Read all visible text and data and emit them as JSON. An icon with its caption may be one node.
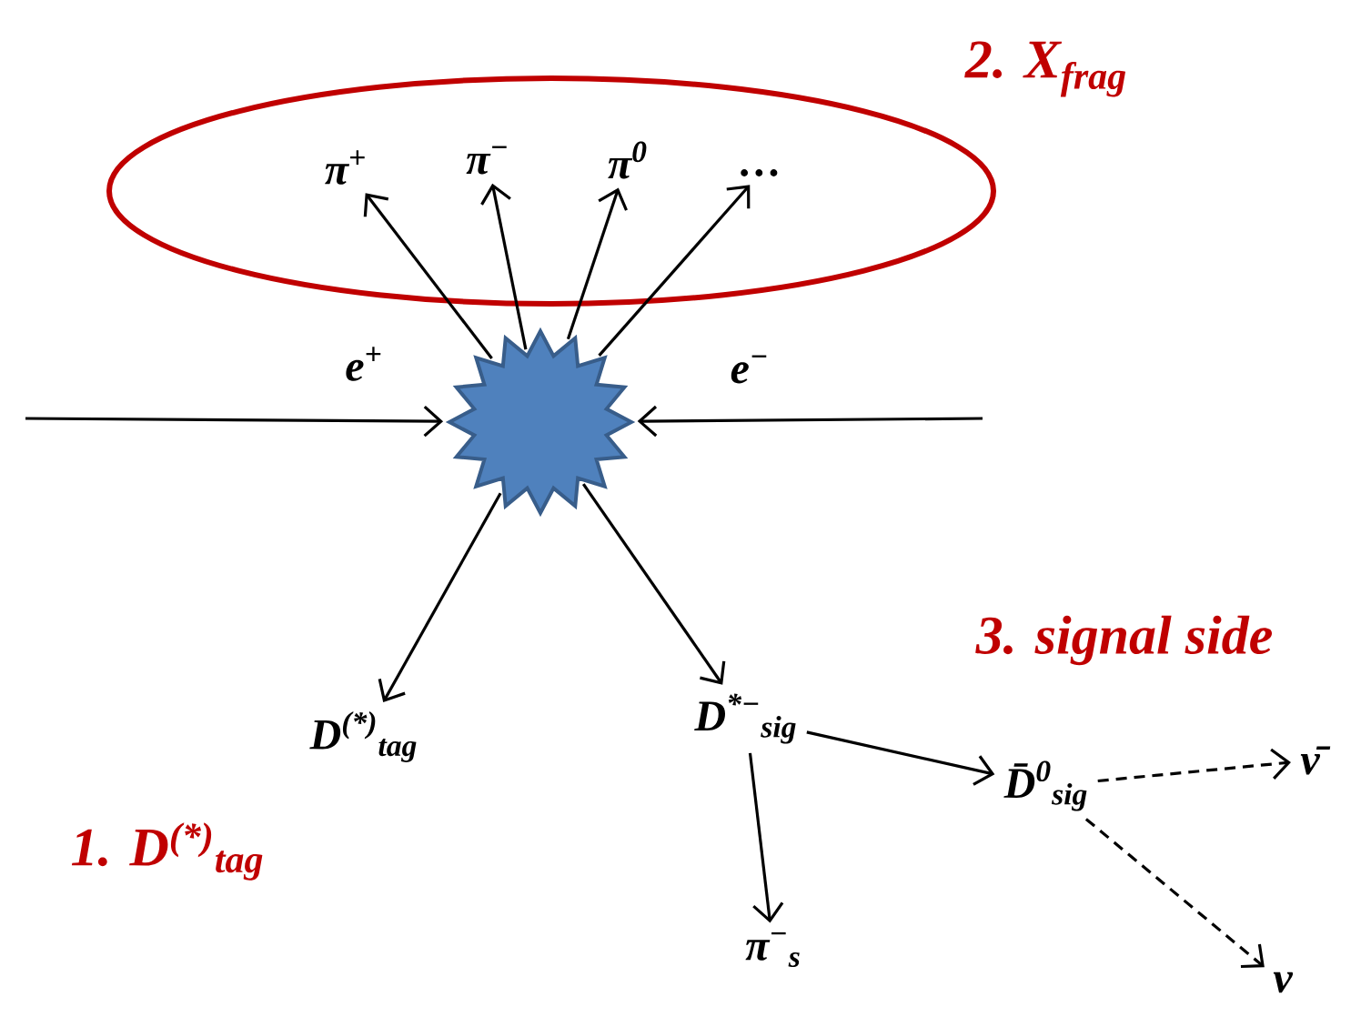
{
  "diagram": {
    "nodes": [
      {
        "text": [
          "2. X$_{frag}$"
        ]
      },
      {
        "text": [
          "π$^{+}$"
        ],
        "in": 0
      },
      {
        "text": [
          "π$^{−}$"
        ],
        "in": 0
      },
      {
        "text": [
          "π$^{0}$"
        ],
        "in": 0
      },
      {
        "text": [
          "…"
        ],
        "in": 0
      },
      {
        "text": [],
        "shape": "star"
      },
      {
        "text": [
          "D$^{(*)}$$_{tag}$"
        ]
      },
      {
        "text": [
          "D$^{*−}$$_{sig}$"
        ]
      },
      {
        "text": [
          "π$^{−}$$_{s}$"
        ]
      },
      {
        "text": [
          "D̄$^{0}$$_{sig}$"
        ]
      },
      {
        "text": [
          "ν̄"
        ]
      },
      {
        "text": [
          "ν"
        ]
      }
    ],
    "edges": [
      {
        "from": null,
        "to": 5,
        "arrow": "to",
        "label": "e$^{+}$"
      },
      {
        "from": null,
        "to": 5,
        "arrow": "to",
        "label": "e$^{−}$"
      },
      {
        "from": 5,
        "to": 1,
        "arrow": "to"
      },
      {
        "from": 5,
        "to": 2,
        "arrow": "to"
      },
      {
        "from": 5,
        "to": 3,
        "arrow": "to"
      },
      {
        "from": 5,
        "to": 4,
        "arrow": "to"
      },
      {
        "from": 5,
        "to": 6,
        "arrow": "to"
      },
      {
        "from": 5,
        "to": 7,
        "arrow": "to"
      },
      {
        "from": 7,
        "to": 9,
        "arrow": "to"
      },
      {
        "from": 7,
        "to": 8,
        "arrow": "to"
      },
      {
        "from": 9,
        "to": 10,
        "arrow": "to",
        "style": "dashed"
      },
      {
        "from": 9,
        "to": 11,
        "arrow": "to",
        "style": "dashed"
      }
    ],
    "labels": [
      "1. D$^{(*)}$$_{tag}$",
      "3. signal side"
    ]
  }
}
